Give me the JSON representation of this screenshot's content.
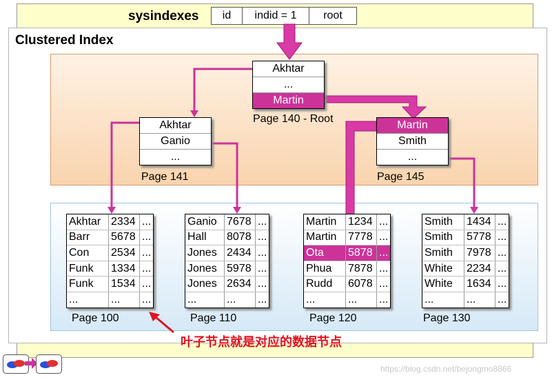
{
  "sysindexes": {
    "title": "sysindexes",
    "cells": [
      "id",
      "indid = 1",
      "root"
    ]
  },
  "clustered_title": "Clustered Index",
  "root_page": {
    "rows": [
      "Akhtar",
      "...",
      "Martin"
    ],
    "label": "Page 140 - Root"
  },
  "intermediate": [
    {
      "rows": [
        "Akhtar",
        "Ganio",
        "..."
      ],
      "label": "Page 141"
    },
    {
      "rows": [
        "Martin",
        "Smith",
        "..."
      ],
      "label": "Page 145"
    }
  ],
  "leaves": [
    {
      "label": "Page 100",
      "rows": [
        [
          "Akhtar",
          "2334",
          "..."
        ],
        [
          "Barr",
          "5678",
          "..."
        ],
        [
          "Con",
          "2534",
          "..."
        ],
        [
          "Funk",
          "1334",
          "..."
        ],
        [
          "Funk",
          "1534",
          "..."
        ],
        [
          "...",
          "...",
          "..."
        ]
      ]
    },
    {
      "label": "Page 110",
      "rows": [
        [
          "Ganio",
          "7678",
          "..."
        ],
        [
          "Hall",
          "8078",
          "..."
        ],
        [
          "Jones",
          "2434",
          "..."
        ],
        [
          "Jones",
          "5978",
          "..."
        ],
        [
          "Jones",
          "2634",
          "..."
        ],
        [
          "...",
          "...",
          "..."
        ]
      ]
    },
    {
      "label": "Page 120",
      "rows": [
        [
          "Martin",
          "1234",
          "..."
        ],
        [
          "Martin",
          "7778",
          "..."
        ],
        [
          "Ota",
          "5878",
          "..."
        ],
        [
          "Phua",
          "7878",
          "..."
        ],
        [
          "Rudd",
          "6078",
          "..."
        ],
        [
          "...",
          "...",
          "..."
        ]
      ]
    },
    {
      "label": "Page 130",
      "rows": [
        [
          "Smith",
          "1434",
          "..."
        ],
        [
          "Smith",
          "5778",
          "..."
        ],
        [
          "Smith",
          "7978",
          "..."
        ],
        [
          "White",
          "2234",
          "..."
        ],
        [
          "White",
          "1634",
          "..."
        ],
        [
          "...",
          "...",
          "..."
        ]
      ]
    }
  ],
  "annotation": "叶子节点就是对应的数据节点",
  "watermark": "https://blog.csdn.net/bejongmo8866",
  "colors": {
    "highlight": "#cc3399",
    "arrow": "#cc3399",
    "annotation": "#e0141e"
  },
  "icons": [
    "prev-slide-icon",
    "next-slide-icon"
  ]
}
